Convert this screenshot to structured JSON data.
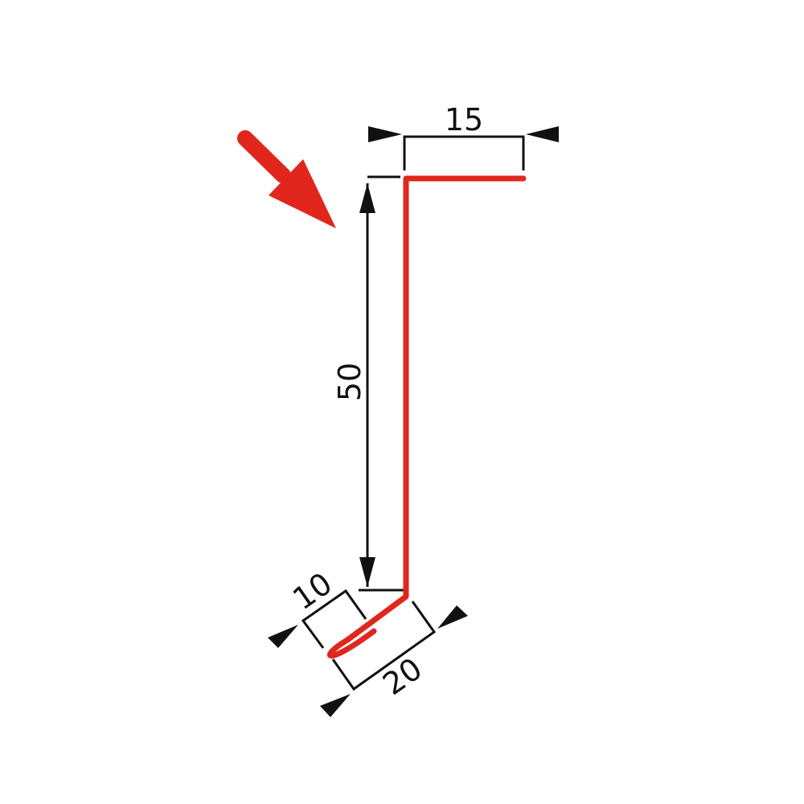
{
  "colors": {
    "background": "#ffffff",
    "profile": "#e0261d",
    "dimension_lines": "#111111"
  },
  "dimensions": {
    "top_width": "15",
    "height": "50",
    "fold": "10",
    "base": "20"
  },
  "icons": {
    "direction_arrow": "red-arrow-icon",
    "dimension_marker": "triangle-arrowhead-icon"
  }
}
